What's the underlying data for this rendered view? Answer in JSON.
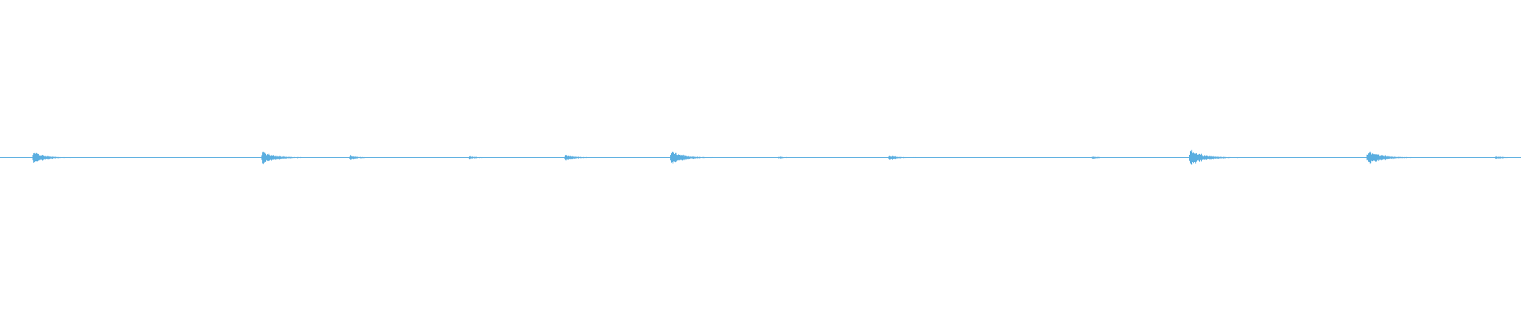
{
  "waveform": {
    "color": "#5aaee0",
    "background": "#ffffff",
    "amplitude_scale": 1.0,
    "note": "",
    "transients": [
      {
        "t": 0.0216,
        "amp": 0.055,
        "decay": 0.006
      },
      {
        "t": 0.172,
        "amp": 0.045,
        "decay": 0.008
      },
      {
        "t": 0.23,
        "amp": 0.018,
        "decay": 0.004
      },
      {
        "t": 0.308,
        "amp": 0.012,
        "decay": 0.004
      },
      {
        "t": 0.371,
        "amp": 0.022,
        "decay": 0.006
      },
      {
        "t": 0.441,
        "amp": 0.058,
        "decay": 0.007
      },
      {
        "t": 0.512,
        "amp": 0.008,
        "decay": 0.003
      },
      {
        "t": 0.584,
        "amp": 0.02,
        "decay": 0.005
      },
      {
        "t": 0.718,
        "amp": 0.012,
        "decay": 0.003
      },
      {
        "t": 0.782,
        "amp": 0.062,
        "decay": 0.008
      },
      {
        "t": 0.899,
        "amp": 0.058,
        "decay": 0.008
      },
      {
        "t": 0.983,
        "amp": 0.01,
        "decay": 0.005
      }
    ],
    "noise_floor": 0.0025
  }
}
